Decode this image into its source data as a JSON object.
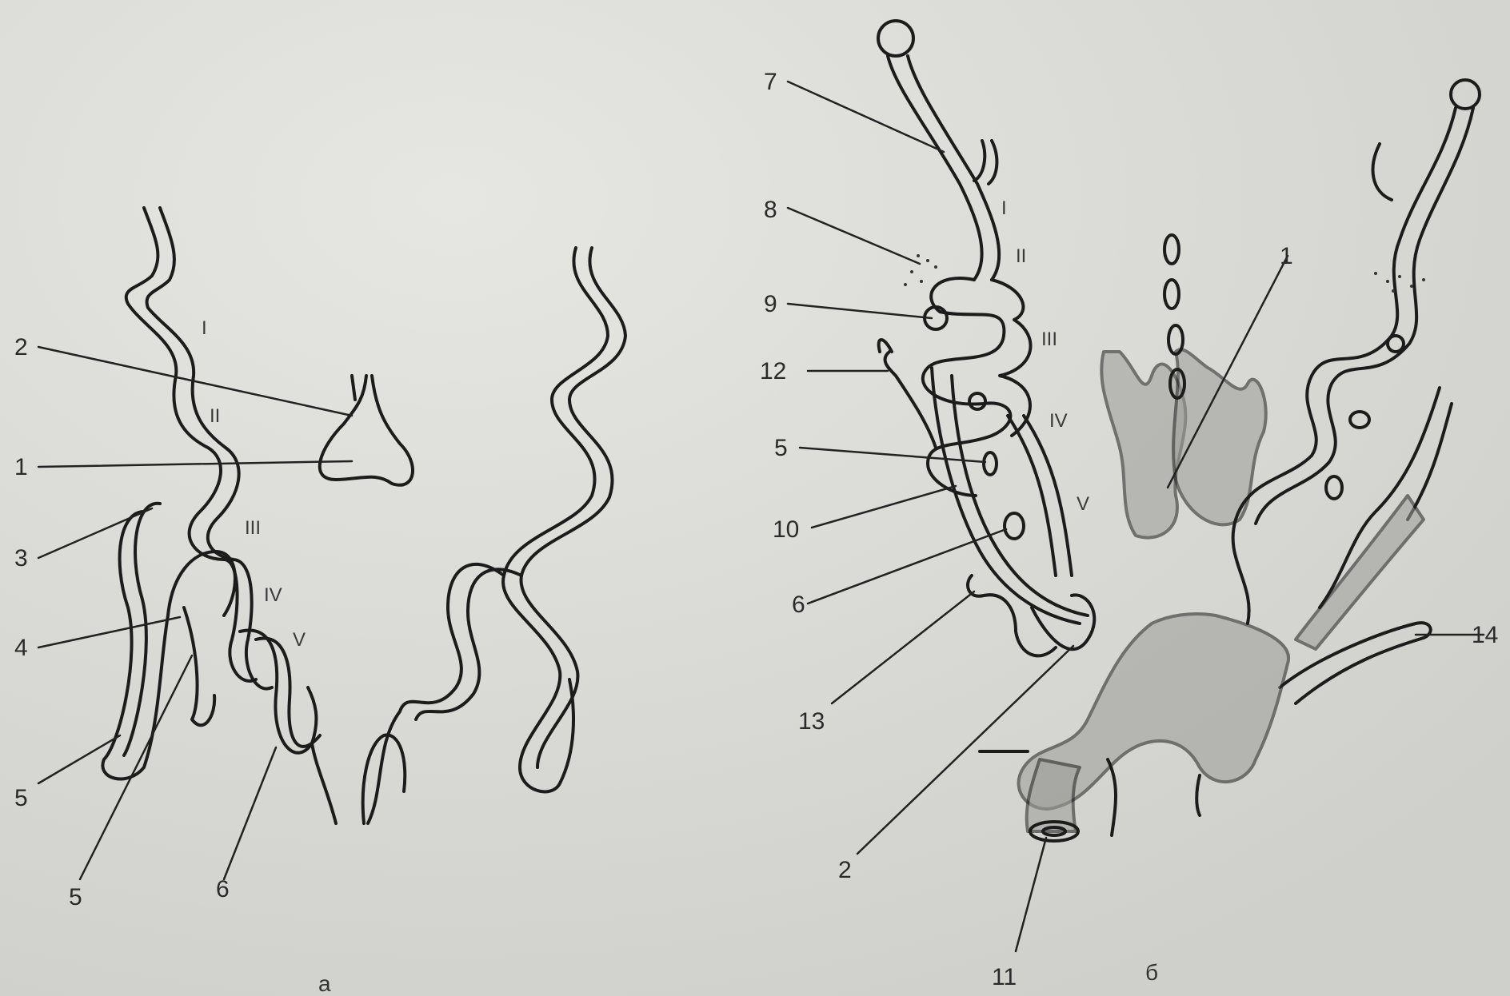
{
  "panels": [
    {
      "caption": "а",
      "labels": [
        "1",
        "2",
        "3",
        "4",
        "5",
        "5",
        "6"
      ],
      "roman": [
        "I",
        "II",
        "III",
        "IV",
        "V"
      ]
    },
    {
      "caption": "б",
      "labels": [
        "7",
        "8",
        "9",
        "12",
        "5",
        "10",
        "6",
        "13",
        "2",
        "11",
        "1",
        "14"
      ],
      "roman": [
        "I",
        "II",
        "III",
        "IV",
        "V"
      ]
    }
  ]
}
